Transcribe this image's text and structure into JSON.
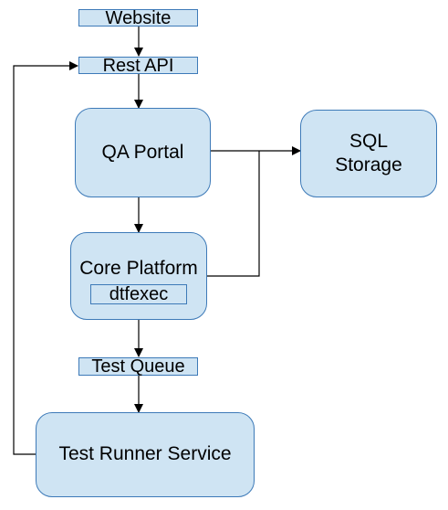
{
  "labels": {
    "website": "Website",
    "rest_api": "Rest API",
    "test_queue": "Test Queue"
  },
  "nodes": {
    "qa_portal": "QA Portal",
    "sql_storage_line1": "SQL",
    "sql_storage_line2": "Storage",
    "core_platform": "Core Platform",
    "dtfexec": "dtfexec",
    "test_runner_service": "Test Runner Service"
  },
  "colors": {
    "fill": "#cfe4f3",
    "border": "#3d7ab8",
    "line": "#000000"
  }
}
